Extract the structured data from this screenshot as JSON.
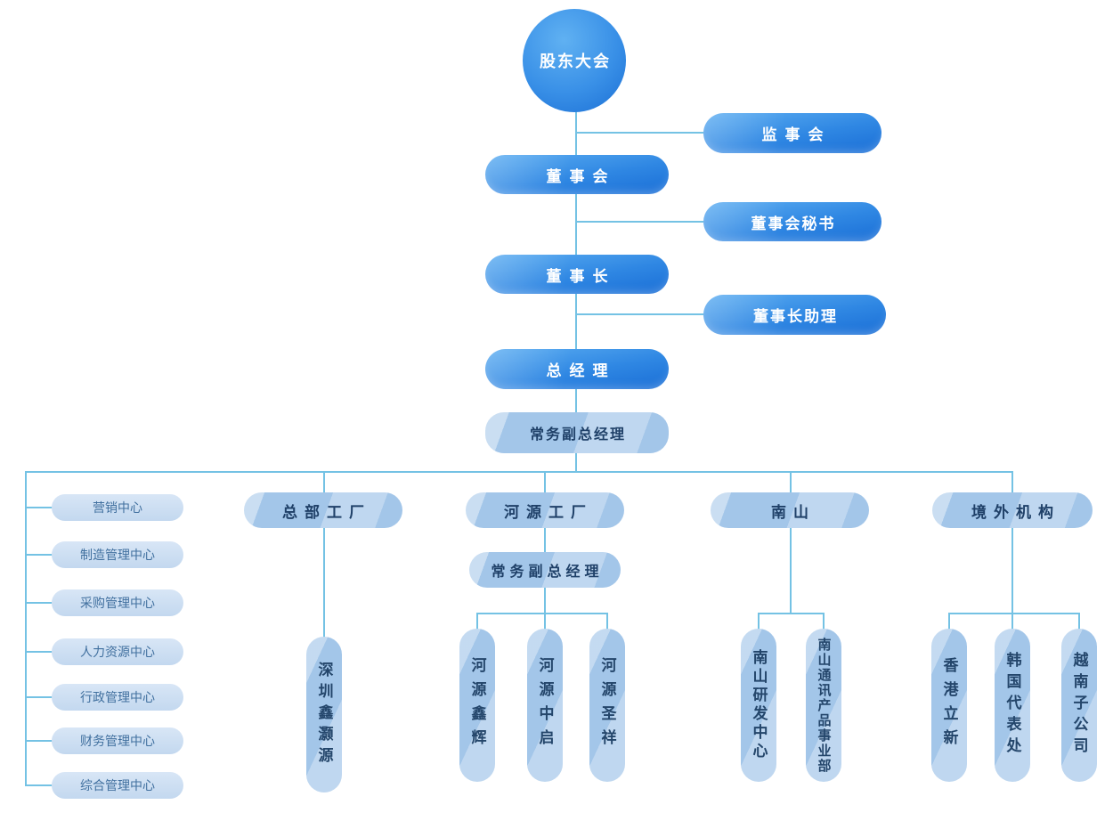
{
  "colors": {
    "node_dark_blue_top": "#5aacf1",
    "node_dark_blue_bottom": "#1a6ed6",
    "light_pill_fill": "#a3c6e9",
    "pale_pill_fill": "#cfe0f3",
    "connector_line": "#74c2e4",
    "text_on_dark": "#ffffff",
    "text_navy": "#1f4068",
    "text_blue": "#41709f"
  },
  "org": {
    "shareholders_meeting": {
      "label": "股东大会"
    },
    "supervisory_board": {
      "label": "监事会"
    },
    "board_of_directors": {
      "label": "董事会"
    },
    "board_secretary": {
      "label": "董事会秘书"
    },
    "chairman": {
      "label": "董事长"
    },
    "chairman_assistant": {
      "label": "董事长助理"
    },
    "general_manager": {
      "label": "总经理"
    },
    "executive_deputy_gm": {
      "label": "常务副总经理"
    },
    "centers": [
      {
        "label": "营销中心"
      },
      {
        "label": "制造管理中心"
      },
      {
        "label": "采购管理中心"
      },
      {
        "label": "人力资源中心"
      },
      {
        "label": "行政管理中心"
      },
      {
        "label": "财务管理中心"
      },
      {
        "label": "综合管理中心"
      }
    ],
    "hq_factory": {
      "label": "总部工厂",
      "subsidiaries": [
        {
          "label": "深圳鑫灏源"
        }
      ]
    },
    "heyuan_factory": {
      "label": "河源工厂",
      "deputy_gm": {
        "label": "常务副总经理"
      },
      "subsidiaries": [
        {
          "label": "河源鑫辉"
        },
        {
          "label": "河源中启"
        },
        {
          "label": "河源圣祥"
        }
      ]
    },
    "nanshan": {
      "label": "南山",
      "subsidiaries": [
        {
          "label": "南山研发中心"
        },
        {
          "label": "南山通讯产品事业部"
        }
      ]
    },
    "overseas": {
      "label": "境外机构",
      "subsidiaries": [
        {
          "label": "香港立新"
        },
        {
          "label": "韩国代表处"
        },
        {
          "label": "越南子公司"
        }
      ]
    }
  }
}
